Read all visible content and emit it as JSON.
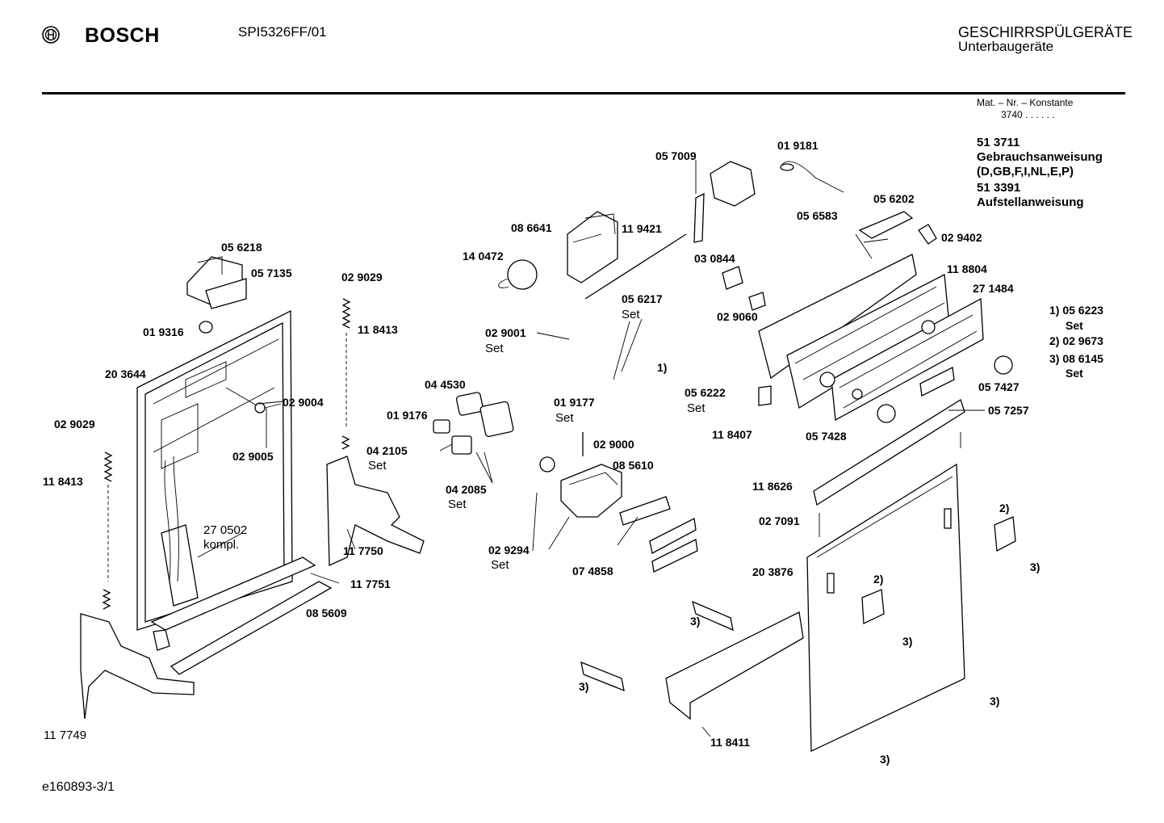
{
  "header": {
    "brand": "BOSCH",
    "model": "SPI5326FF/01",
    "category_line1": "GESCHIRRSPÜLGERÄTE",
    "category_line2": "Unterbaugeräte",
    "mat_label": "Mat. – Nr. – Konstante",
    "mat_value": "3740  .  .  .  .  .  ."
  },
  "documents": [
    "51 3711",
    "Gebrauchsanweisung",
    "(D,GB,F,I,NL,E,P)",
    "51 3391",
    "Aufstellanweisung"
  ],
  "footnotes": [
    {
      "num": "1)",
      "part": "05 6223",
      "note": "Set"
    },
    {
      "num": "2)",
      "part": "02 9673",
      "note": ""
    },
    {
      "num": "3)",
      "part": "08 6145",
      "note": "Set"
    }
  ],
  "part_labels": [
    "05 6218",
    "05 7135",
    "01 9316",
    "20 3644",
    "02 9004",
    "02 9005",
    "02 9029",
    "11 8413",
    "02 9029",
    "11 8413",
    "27 0502",
    "kompl.",
    "11 7750",
    "11 7751",
    "08 5609",
    "11 7749",
    "05 7009",
    "01 9181",
    "08 6641",
    "11 9421",
    "14 0472",
    "05 6217",
    "Set",
    "03 0844",
    "02 9060",
    "05 6202",
    "05 6583",
    "02 9402",
    "11 8804",
    "27 1484",
    "02 9001",
    "Set",
    "1)",
    "05 6222",
    "Set",
    "04 4530",
    "01 9176",
    "01 9177",
    "Set",
    "04 2105",
    "Set",
    "02 9000",
    "08 5610",
    "04 2085",
    "Set",
    "02 9294",
    "Set",
    "07 4858",
    "11 8407",
    "05 7428",
    "05 7427",
    "05 7257",
    "11 8626",
    "02 7091",
    "20 3876",
    "2)",
    "2)",
    "3)",
    "3)",
    "3)",
    "3)",
    "3)",
    "3)",
    "11 8411"
  ],
  "footer": {
    "ref": "e160893-3/1"
  }
}
